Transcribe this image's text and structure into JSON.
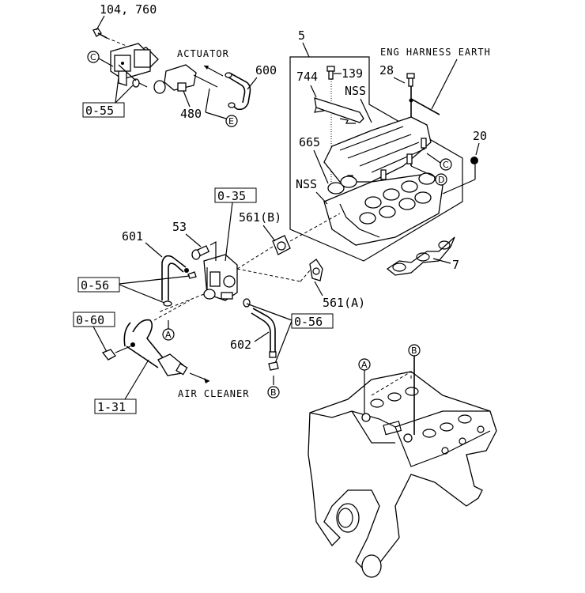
{
  "diagram": {
    "title_labels": {
      "actuator": "ACTUATOR",
      "eng_harness_earth": "ENG HARNESS EARTH",
      "air_cleaner": "AIR CLEANER"
    },
    "part_numbers": {
      "p104_760": "104, 760",
      "p600": "600",
      "p480": "480",
      "p5": "5",
      "p744": "744",
      "p139": "139",
      "nss_top": "NSS",
      "p28": "28",
      "p20": "20",
      "p665": "665",
      "nss_mid": "NSS",
      "p561b": "561(B)",
      "p561a": "561(A)",
      "p53": "53",
      "p601": "601",
      "p602": "602",
      "p7": "7"
    },
    "reference_boxes": {
      "r055": "0-55",
      "r035": "0-35",
      "r056_left": "0-56",
      "r056_right": "0-56",
      "r060": "0-60",
      "r131": "1-31"
    },
    "circle_refs": {
      "c_left": "C",
      "e_bottom": "E",
      "c_manifold": "C",
      "d_manifold": "D",
      "a_hose": "A",
      "b_hose": "B",
      "a_engine": "A",
      "b_engine": "B"
    }
  }
}
